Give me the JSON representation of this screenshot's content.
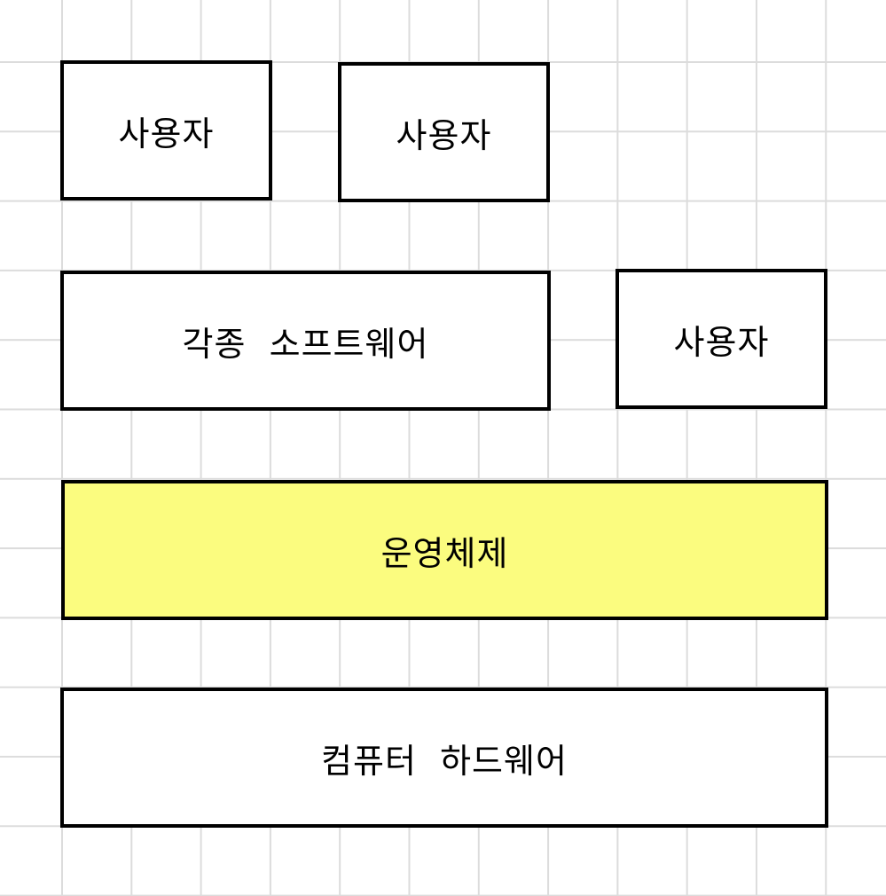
{
  "diagram": {
    "user_label_1": "사용자",
    "user_label_2": "사용자",
    "user_label_3": "사용자",
    "software_label": "각종  소프트웨어",
    "os_label": "운영체제",
    "hardware_label": "컴퓨터  하드웨어"
  },
  "colors": {
    "os_fill": "#fbfc7f",
    "border": "#000000",
    "grid": "#dcdcdc",
    "background": "#ffffff"
  }
}
